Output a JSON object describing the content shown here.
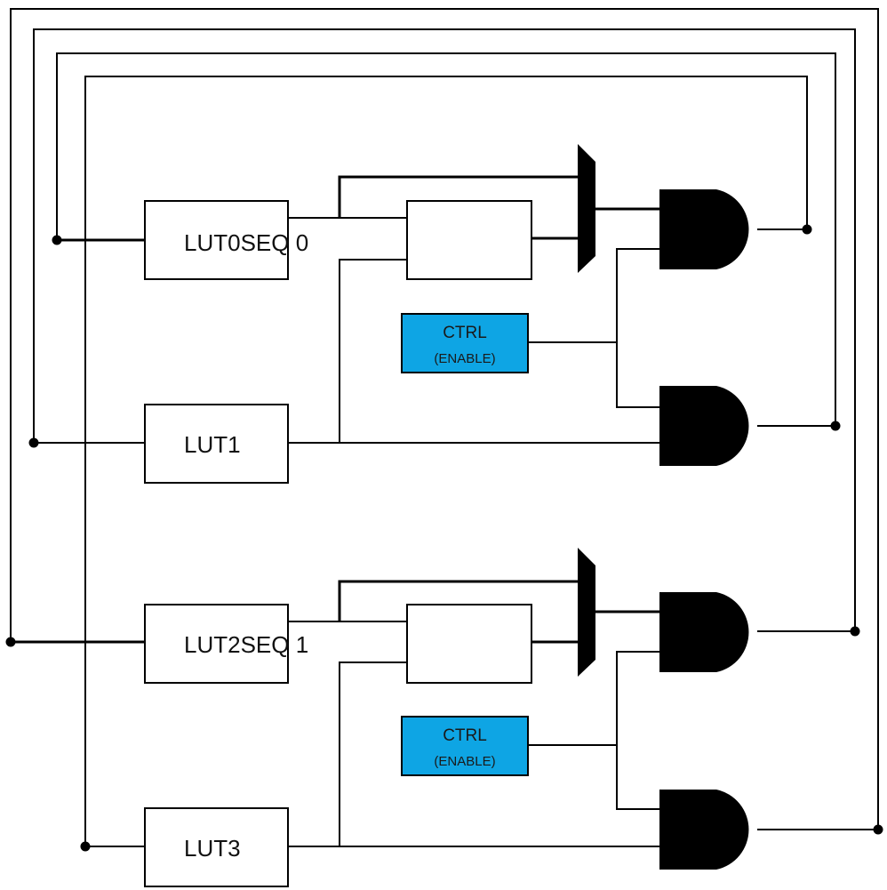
{
  "blocks": {
    "lut0": {
      "label": "LUT0SEQ 0"
    },
    "lut1": {
      "label": "LUT1"
    },
    "lut2": {
      "label": "LUT2SEQ 1"
    },
    "lut3": {
      "label": "LUT3"
    }
  },
  "ctrl_top": {
    "label": "CTRL",
    "sub": "(ENABLE)"
  },
  "ctrl_bottom": {
    "label": "CTRL",
    "sub": "(ENABLE)"
  },
  "colors": {
    "ctrl_fill": "#0ea5e4",
    "line": "#000000",
    "background": "#ffffff"
  }
}
